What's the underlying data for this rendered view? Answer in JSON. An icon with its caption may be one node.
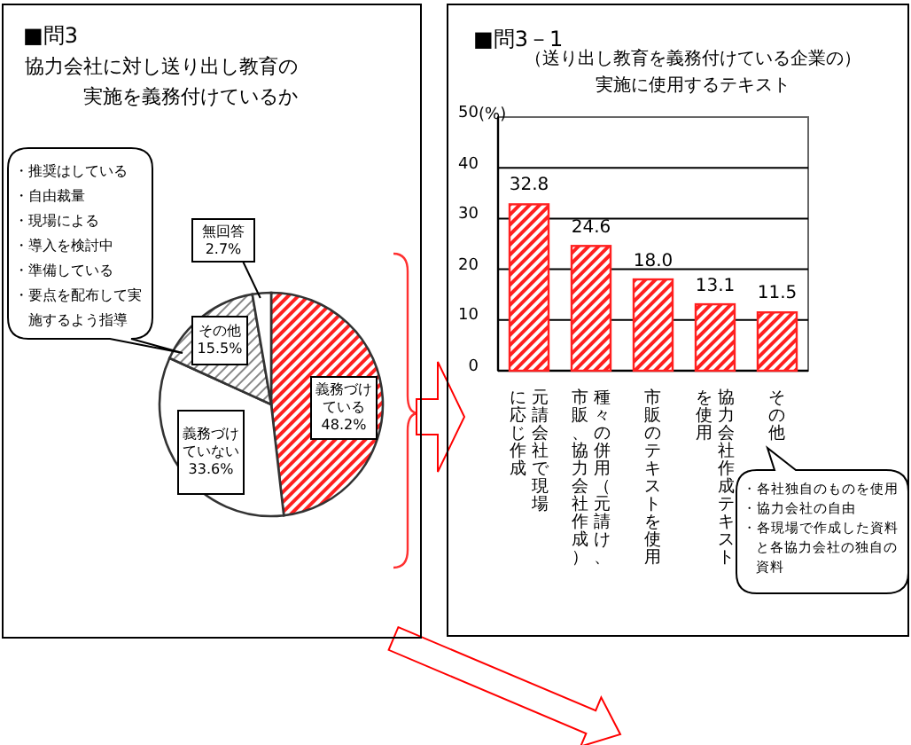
{
  "diagram": {
    "nodes": [
      {
        "text": [
          "■問3",
          "協力会社に対し送り出し教育の実施を義務付けているか"
        ]
      },
      {
        "text": [
          "・推奨はしている",
          "・自由裁量",
          "・現場による",
          "・導入を検討中",
          "・準備している",
          "・要点を配布して実施するよう指導"
        ],
        "in": 0
      },
      {
        "text": [
          "無回答",
          "2.7%"
        ],
        "in": 0
      },
      {
        "text": [
          "その他",
          "15.5%"
        ],
        "in": 0
      },
      {
        "text": [
          "義務づけていない",
          "33.6%"
        ],
        "in": 0
      },
      {
        "text": [
          "義務づけている",
          "48.2%"
        ],
        "in": 0
      },
      {
        "text": [
          "■問3－1",
          "（送り出し教育を義務付けている企業の）実施に使用するテキスト"
        ]
      },
      {
        "text": [
          "・各社独自のものを使用",
          "・協力会社の自由",
          "・各現場で作成した資料と各協力会社の独自の資料"
        ],
        "in": 6
      }
    ],
    "edges": [
      {
        "from": 0,
        "to": 6,
        "arrow": "to",
        "color": "#ff0000"
      },
      {
        "from": 2,
        "to": null,
        "arrow": "none"
      },
      {
        "from": 0,
        "to": null,
        "arrow": "to",
        "color": "#ff0000"
      }
    ],
    "chart_data": {
      "type": "bar",
      "ylabel": "(%)",
      "categories": [
        "元請会社で現場に応じ作成",
        "種々の併用（元請け、市販、協力会社作成）",
        "市販のテキストを使用",
        "協力会社作成テキストを使用",
        "その他"
      ],
      "values": [
        32.8,
        24.6,
        18.0,
        13.1,
        11.5
      ],
      "ylim": [
        0,
        50
      ],
      "yticks": [
        0,
        10,
        20,
        30,
        40,
        50
      ],
      "grid": true,
      "value_labels": [
        "32.8",
        "24.6",
        "18.0",
        "13.1",
        "11.5"
      ]
    }
  }
}
